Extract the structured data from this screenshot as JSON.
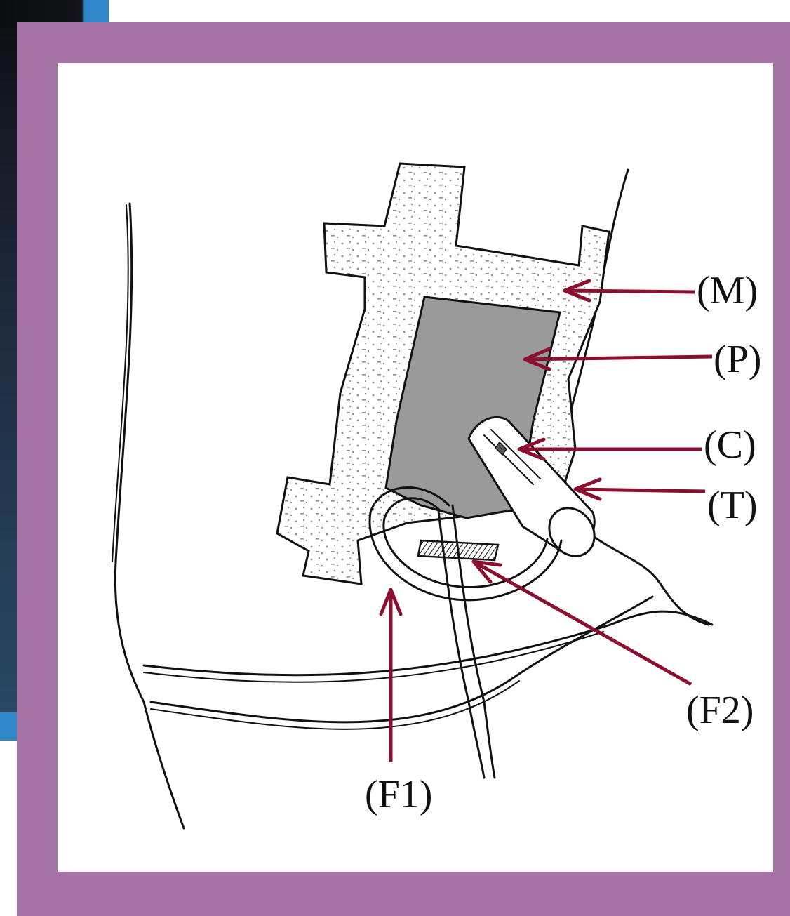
{
  "labels": {
    "M": "(M)",
    "P": "(P)",
    "C": "(C)",
    "T": "(T)",
    "F1": "(F1)",
    "F2": "(F2)"
  },
  "colors": {
    "frame": "#a673a7",
    "arrows": "#8b1030",
    "pad": "#9a9a9a"
  }
}
